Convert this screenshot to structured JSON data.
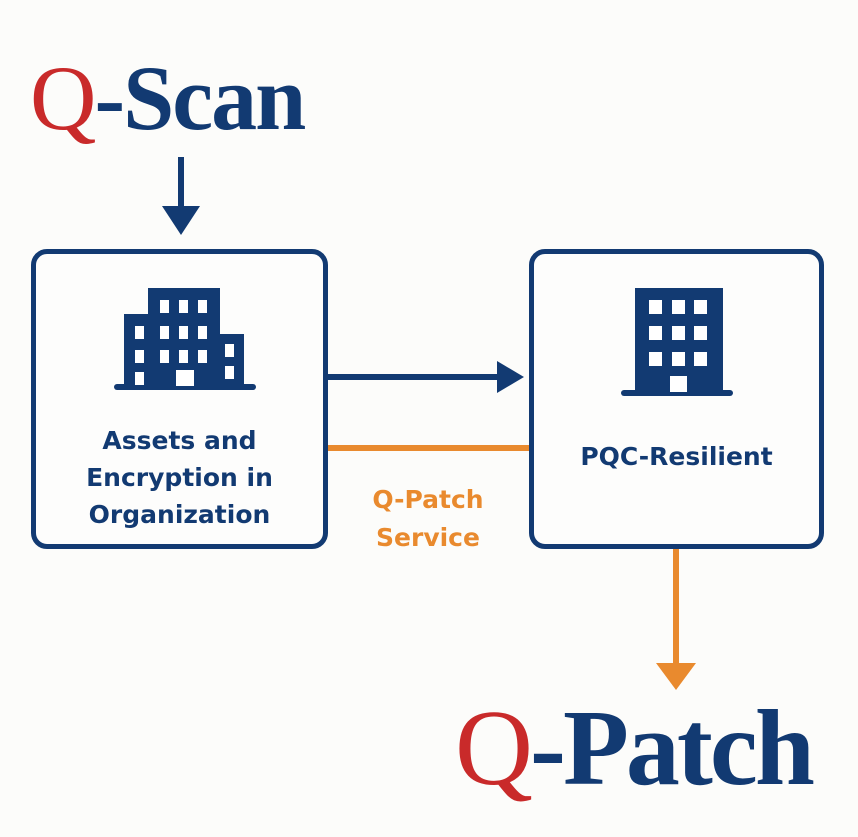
{
  "diagram": {
    "top_logo": {
      "prefix": "Q",
      "suffix": "-Scan"
    },
    "bottom_logo": {
      "prefix": "Q",
      "suffix": "-Patch"
    },
    "nodes": [
      {
        "id": "assets",
        "label_lines": [
          "Assets and",
          "Encryption in",
          "Organization"
        ],
        "icon": "office-buildings-icon"
      },
      {
        "id": "pqc",
        "label_lines": [
          "PQC-Resilient"
        ],
        "icon": "office-building-icon"
      }
    ],
    "edges": [
      {
        "from": "Q-Scan",
        "to": "assets",
        "color": "#123a72",
        "style": "arrow"
      },
      {
        "from": "assets",
        "to": "pqc",
        "color": "#123a72",
        "style": "arrow"
      },
      {
        "from": "assets",
        "to": "pqc",
        "color": "#e98a2e",
        "style": "line",
        "label_lines": [
          "Q-Patch",
          "Service"
        ]
      },
      {
        "from": "pqc",
        "to": "Q-Patch",
        "color": "#e98a2e",
        "style": "arrow"
      }
    ],
    "colors": {
      "navy": "#123a72",
      "orange": "#e98a2e",
      "red": "#c92a2a"
    }
  }
}
